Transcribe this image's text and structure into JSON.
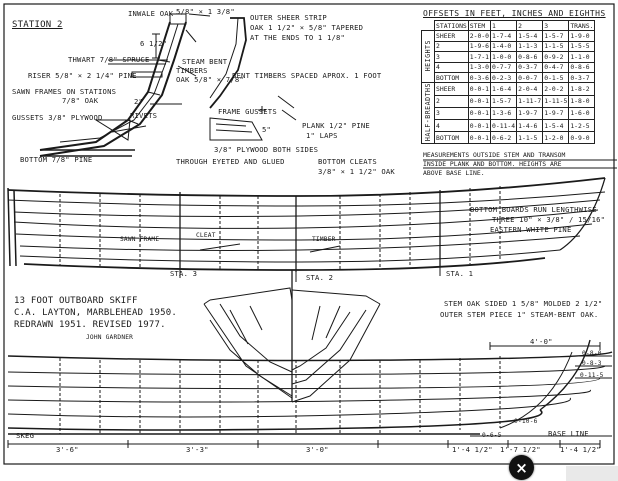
{
  "section": {
    "title": "STATION 2",
    "labels": {
      "inwale": "INWALE OAK",
      "inwale_dim": "5/8\" × 1 3/8\"",
      "sheer_strip_1": "OUTER SHEER STRIP",
      "sheer_strip_2": "OAK 1 1/2\" × 5/8\" TAPERED",
      "sheer_strip_3": "AT THE ENDS TO 1 1/8\"",
      "half_dim": "6 1/2\"",
      "thwart": "THWART 7/8\" SPRUCE",
      "steam_bent": "STEAM BENT",
      "timbers": "TIMBERS",
      "timbers_dim": "OAK 5/8\" × 7/8\"",
      "bent_spacing": "BENT TIMBERS SPACED APROX. 1 FOOT",
      "riser": "RISER 5/8\" × 2 1/4\" PINE",
      "sawn_frames_1": "SAWN FRAMES ON STATIONS",
      "sawn_frames_2": "7/8\" OAK",
      "gussets": "GUSSETS 3/8\" PLYWOOD",
      "rivets": "RIVETS",
      "frame_gussets": "FRAME GUSSETS",
      "plank_1": "PLANK 1/2\" PINE",
      "plank_2": "1\" LAPS",
      "dim_2in": "2\"",
      "dim_5in": "5\"",
      "plywood_sides": "3/8\" PLYWOOD BOTH SIDES",
      "eyeted": "THROUGH EYETED AND GLUED",
      "bottom_pine": "BOTTOM 7/8\" PINE",
      "cleats_1": "BOTTOM CLEATS",
      "cleats_2": "3/8\" × 1 1/2\" OAK"
    }
  },
  "offsets_table": {
    "title": "OFFSETS IN FEET, INCHES AND EIGHTHS",
    "headers": [
      "STATIONS",
      "STEM",
      "1",
      "2",
      "3",
      "TRANS."
    ],
    "heights_label": "HEIGHTS",
    "half_breadths_label": "HALF-BREADTHS",
    "heights": [
      [
        "SHEER",
        "2-0-0",
        "1-7-4",
        "1-5-4",
        "1-5-7",
        "1-9-0"
      ],
      [
        "2",
        "1-9-6",
        "1-4-0",
        "1-1-3",
        "1-1-5",
        "1-5-5"
      ],
      [
        "3",
        "1-7-1",
        "1-0-0",
        "0-8-6",
        "0-9-2",
        "1-1-0"
      ],
      [
        "4",
        "1-3-0",
        "0-7-7",
        "0-3-7",
        "0-4-7",
        "0-8-6"
      ],
      [
        "BOTTOM",
        "0-3-6",
        "0-2-3",
        "0-0-7",
        "0-1-5",
        "0-3-7"
      ]
    ],
    "half_breadths": [
      [
        "SHEER",
        "0-0-1",
        "1-6-4",
        "2-0-4",
        "2-0-2",
        "1-8-2"
      ],
      [
        "2",
        "0-0-1",
        "1-5-7",
        "1-11-7",
        "1-11-5",
        "1-8-0"
      ],
      [
        "3",
        "0-0-1",
        "1-3-6",
        "1-9-7",
        "1-9-7",
        "1-6-0"
      ],
      [
        "4",
        "0-0-1",
        "0-11-4",
        "1-4-6",
        "1-5-4",
        "1-2-5"
      ],
      [
        "BOTTOM",
        "0-0-1",
        "0-6-2",
        "1-1-5",
        "1-2-0",
        "0-9-0"
      ]
    ],
    "note_1": "MEASUREMENTS OUTSIDE STEM AND TRANSOM",
    "note_2": "INSIDE PLANK AND BOTTOM. HEIGHTS ARE",
    "note_3": "ABOVE BASE LINE."
  },
  "profile": {
    "bottom_boards_1": "BOTTOM BOARDS RUN LENGTHWISE",
    "bottom_boards_2": "THREE 10\" × 3/8\" / 15/16\"",
    "bottom_boards_3": "EASTERN WHITE PINE",
    "sawn_frame": "SAWN FRAME",
    "cleat": "CLEAT",
    "timber": "TIMBER",
    "sta3": "STA. 3",
    "sta2": "STA. 2",
    "sta1": "STA. 1"
  },
  "title_block": {
    "line1": "13 FOOT OUTBOARD SKIFF",
    "line2": "C.A. LAYTON, MARBLEHEAD 1950.",
    "line3": "REDRAWN 1951. REVISED 1977.",
    "author": "JOHN GARDNER"
  },
  "stem_note": {
    "line1": "STEM OAK SIDED 1 5/8\" MOLDED 2 1/2\"",
    "line2": "OUTER STEM PIECE 1\" STEAM-BENT OAK."
  },
  "lines_plan": {
    "dim_4ft": "4'-0\"",
    "stem_dims": [
      "0-8-0",
      "0-8-3",
      "0-11-5"
    ],
    "o_6_5": "0-6-5",
    "o_10_6": "0-10-6",
    "skeg": "SKEG",
    "base_line": "BASE LINE",
    "bottom_dims": [
      "3'-6\"",
      "3'-3\"",
      "3'-0\"",
      "1'-4 1/2\"",
      "1'-7 1/2\"",
      "1'-4 1/2\""
    ]
  },
  "ui": {
    "close_symbol": "×"
  }
}
